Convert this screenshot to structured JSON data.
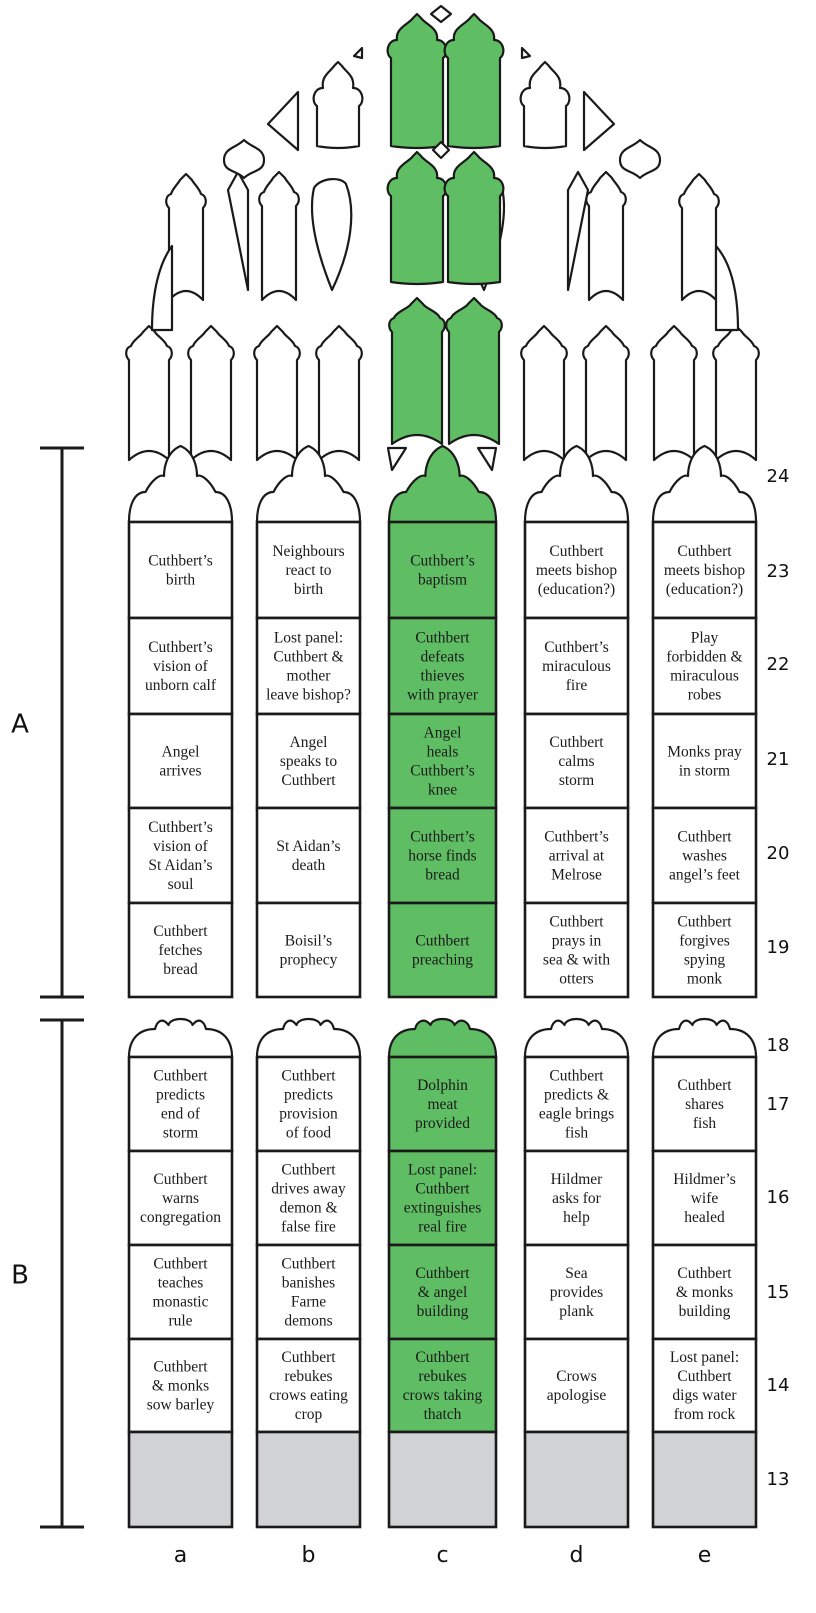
{
  "colors": {
    "green": "#5fbe63",
    "green_dark": "#3f9e45",
    "grey": "#d1d2d4",
    "stroke": "#1a1a1a",
    "white": "#ffffff"
  },
  "highlight_column": "c",
  "columns": [
    {
      "id": "a",
      "label": "a"
    },
    {
      "id": "b",
      "label": "b"
    },
    {
      "id": "c",
      "label": "c"
    },
    {
      "id": "d",
      "label": "d"
    },
    {
      "id": "e",
      "label": "e"
    }
  ],
  "sections": [
    {
      "id": "A",
      "label": "A"
    },
    {
      "id": "B",
      "label": "B"
    }
  ],
  "row_numbers": [
    "24",
    "23",
    "22",
    "21",
    "20",
    "19",
    "18",
    "17",
    "16",
    "15",
    "14",
    "13"
  ],
  "upper_rows": [
    {
      "row": "23",
      "cells": [
        {
          "col": "a",
          "lines": [
            "Cuthbert’s",
            "birth"
          ]
        },
        {
          "col": "b",
          "lines": [
            "Neighbours",
            "react to",
            "birth"
          ]
        },
        {
          "col": "c",
          "lines": [
            "Cuthbert’s",
            "baptism"
          ]
        },
        {
          "col": "d",
          "lines": [
            "Cuthbert",
            "meets bishop",
            "(education?)"
          ]
        },
        {
          "col": "e",
          "lines": [
            "Cuthbert",
            "meets bishop",
            "(education?)"
          ]
        }
      ]
    },
    {
      "row": "22",
      "cells": [
        {
          "col": "a",
          "lines": [
            "Cuthbert’s",
            "vision of",
            "unborn calf"
          ]
        },
        {
          "col": "b",
          "lines": [
            "Lost panel:",
            "Cuthbert &",
            "mother",
            "leave bishop?"
          ]
        },
        {
          "col": "c",
          "lines": [
            "Cuthbert",
            "defeats",
            "thieves",
            "with prayer"
          ]
        },
        {
          "col": "d",
          "lines": [
            "Cuthbert’s",
            "miraculous",
            "fire"
          ]
        },
        {
          "col": "e",
          "lines": [
            "Play",
            "forbidden &",
            "miraculous",
            "robes"
          ]
        }
      ]
    },
    {
      "row": "21",
      "cells": [
        {
          "col": "a",
          "lines": [
            "Angel",
            "arrives"
          ]
        },
        {
          "col": "b",
          "lines": [
            "Angel",
            "speaks to",
            "Cuthbert"
          ]
        },
        {
          "col": "c",
          "lines": [
            "Angel",
            "heals",
            "Cuthbert’s",
            "knee"
          ]
        },
        {
          "col": "d",
          "lines": [
            "Cuthbert",
            "calms",
            "storm"
          ]
        },
        {
          "col": "e",
          "lines": [
            "Monks pray",
            "in storm"
          ]
        }
      ]
    },
    {
      "row": "20",
      "cells": [
        {
          "col": "a",
          "lines": [
            "Cuthbert’s",
            "vision of",
            "St Aidan’s",
            "soul"
          ]
        },
        {
          "col": "b",
          "lines": [
            "St Aidan’s",
            "death"
          ]
        },
        {
          "col": "c",
          "lines": [
            "Cuthbert’s",
            "horse finds",
            "bread"
          ]
        },
        {
          "col": "d",
          "lines": [
            "Cuthbert’s",
            "arrival at",
            "Melrose"
          ]
        },
        {
          "col": "e",
          "lines": [
            "Cuthbert",
            "washes",
            "angel’s feet"
          ]
        }
      ]
    },
    {
      "row": "19",
      "cells": [
        {
          "col": "a",
          "lines": [
            "Cuthbert",
            "fetches",
            "bread"
          ]
        },
        {
          "col": "b",
          "lines": [
            "Boisil’s",
            "prophecy"
          ]
        },
        {
          "col": "c",
          "lines": [
            "Cuthbert",
            "preaching"
          ]
        },
        {
          "col": "d",
          "lines": [
            "Cuthbert",
            "prays in",
            "sea & with",
            "otters"
          ]
        },
        {
          "col": "e",
          "lines": [
            "Cuthbert",
            "forgives",
            "spying",
            "monk"
          ]
        }
      ]
    }
  ],
  "lower_rows": [
    {
      "row": "17",
      "cells": [
        {
          "col": "a",
          "lines": [
            "Cuthbert",
            "predicts",
            "end of",
            "storm"
          ]
        },
        {
          "col": "b",
          "lines": [
            "Cuthbert",
            "predicts",
            "provision",
            "of food"
          ]
        },
        {
          "col": "c",
          "lines": [
            "Dolphin",
            "meat",
            "provided"
          ]
        },
        {
          "col": "d",
          "lines": [
            "Cuthbert",
            "predicts &",
            "eagle brings",
            "fish"
          ]
        },
        {
          "col": "e",
          "lines": [
            "Cuthbert",
            "shares",
            "fish"
          ]
        }
      ]
    },
    {
      "row": "16",
      "cells": [
        {
          "col": "a",
          "lines": [
            "Cuthbert",
            "warns",
            "congregation"
          ]
        },
        {
          "col": "b",
          "lines": [
            "Cuthbert",
            "drives away",
            "demon &",
            "false fire"
          ]
        },
        {
          "col": "c",
          "lines": [
            "Lost panel:",
            "Cuthbert",
            "extinguishes",
            "real fire"
          ]
        },
        {
          "col": "d",
          "lines": [
            "Hildmer",
            "asks for",
            "help"
          ]
        },
        {
          "col": "e",
          "lines": [
            "Hildmer’s",
            "wife",
            "healed"
          ]
        }
      ]
    },
    {
      "row": "15",
      "cells": [
        {
          "col": "a",
          "lines": [
            "Cuthbert",
            "teaches",
            "monastic",
            "rule"
          ]
        },
        {
          "col": "b",
          "lines": [
            "Cuthbert",
            "banishes",
            "Farne",
            "demons"
          ]
        },
        {
          "col": "c",
          "lines": [
            "Cuthbert",
            "& angel",
            "building"
          ]
        },
        {
          "col": "d",
          "lines": [
            "Sea",
            "provides",
            "plank"
          ]
        },
        {
          "col": "e",
          "lines": [
            "Cuthbert",
            "& monks",
            "building"
          ]
        }
      ]
    },
    {
      "row": "14",
      "cells": [
        {
          "col": "a",
          "lines": [
            "Cuthbert",
            "& monks",
            "sow barley"
          ]
        },
        {
          "col": "b",
          "lines": [
            "Cuthbert",
            "rebukes",
            "crows eating",
            "crop"
          ]
        },
        {
          "col": "c",
          "lines": [
            "Cuthbert",
            "rebukes",
            "crows taking",
            "thatch"
          ]
        },
        {
          "col": "d",
          "lines": [
            "Crows",
            "apologise"
          ]
        },
        {
          "col": "e",
          "lines": [
            "Lost panel:",
            "Cuthbert",
            "digs water",
            "from rock"
          ]
        }
      ]
    }
  ]
}
